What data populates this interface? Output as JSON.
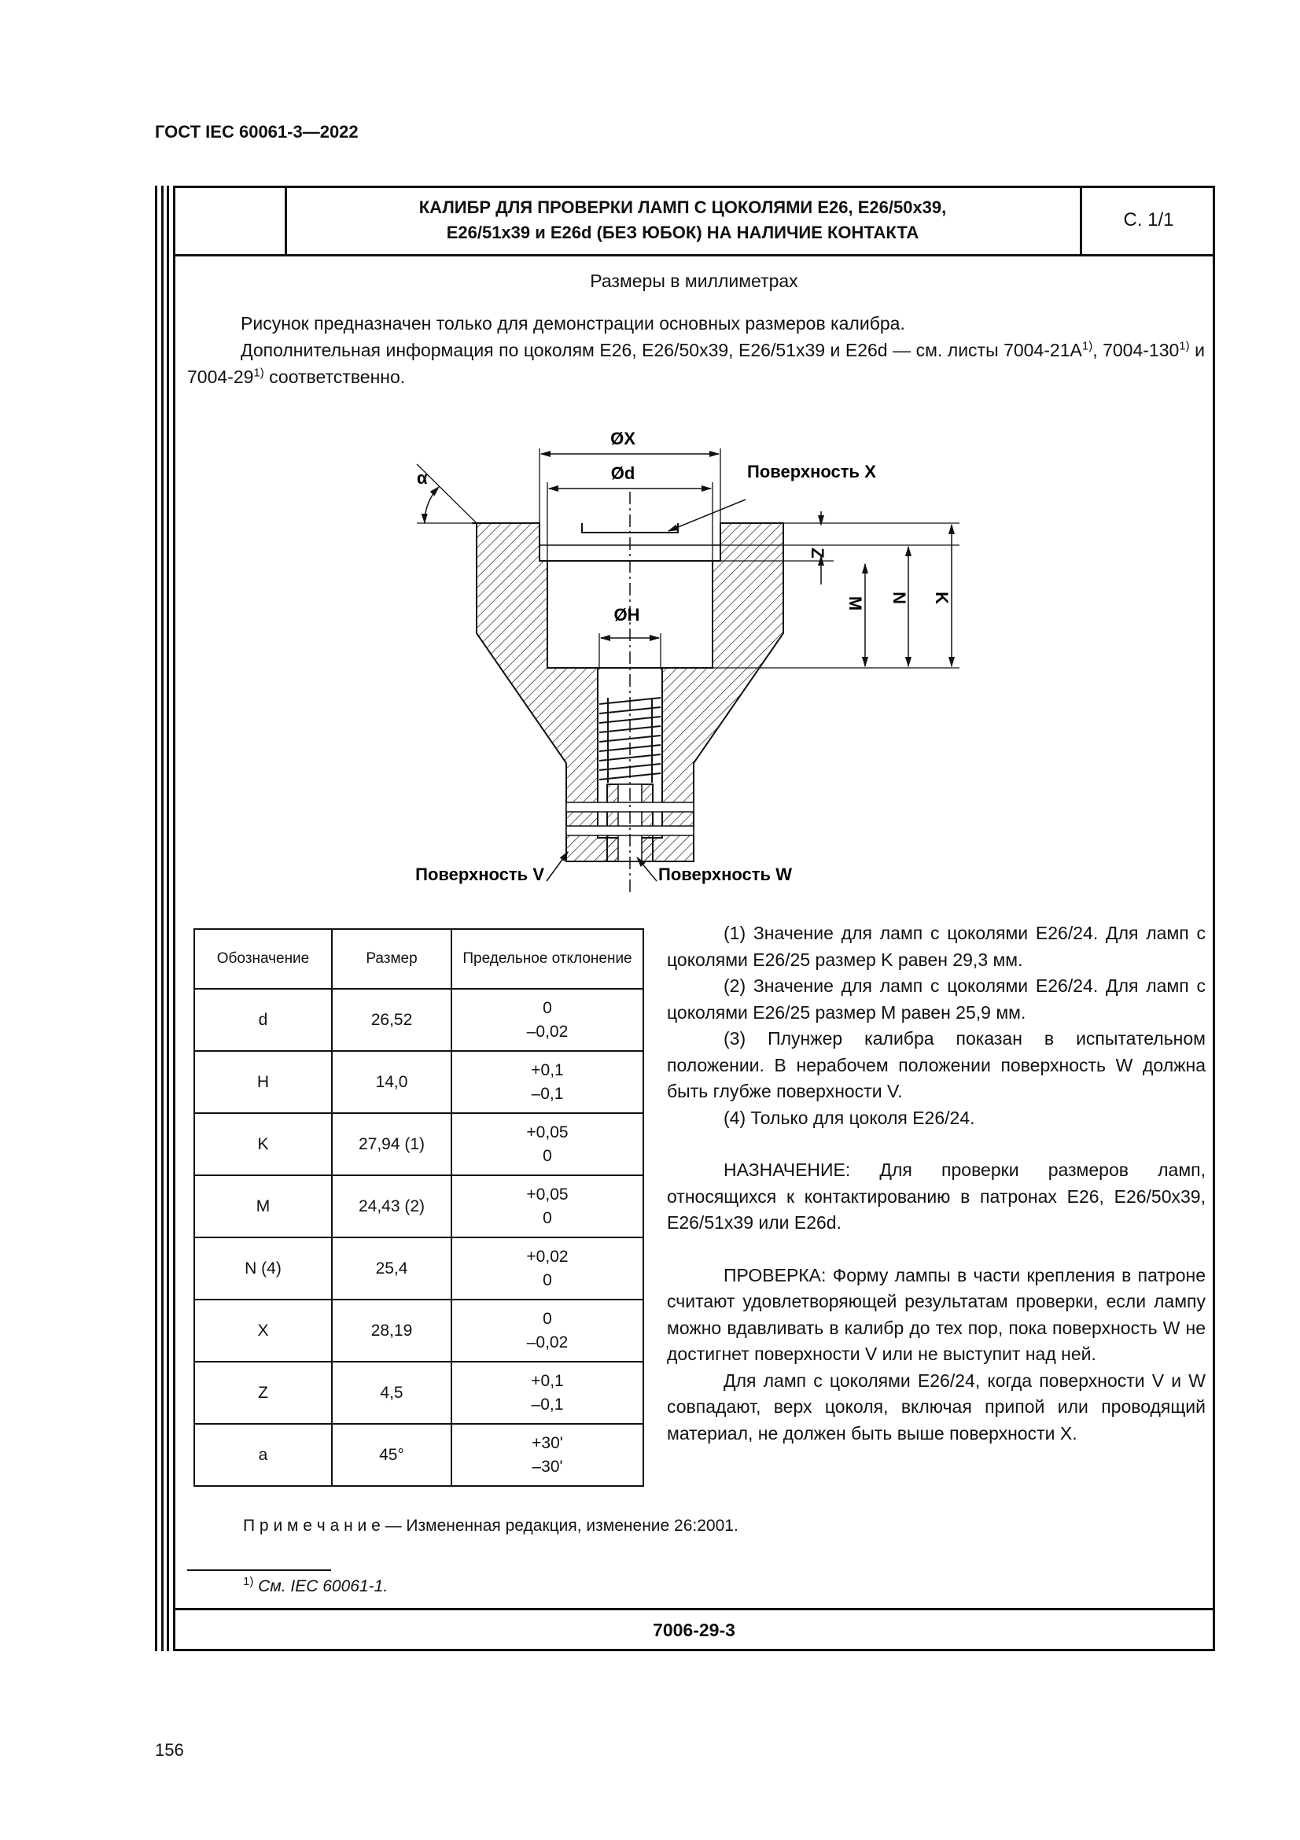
{
  "header": {
    "doc_title": "ГОСТ IEC 60061-3—2022"
  },
  "sheet": {
    "title_line1": "КАЛИБР ДЛЯ ПРОВЕРКИ ЛАМП С ЦОКОЛЯМИ E26, E26/50x39,",
    "title_line2": "E26/51x39 и E26d (БЕЗ ЮБОК) НА НАЛИЧИЕ КОНТАКТА",
    "page_ref": "С. 1/1",
    "units": "Размеры в миллиметрах",
    "intro_p1": "Рисунок предназначен только для демонстрации основных размеров калибра.",
    "intro_p2_a": "Дополнительная информация по цоколям E26, E26/50x39, E26/51x39 и E26d — см. листы 7004-21А",
    "intro_p2_b": ", 7004-130",
    "intro_p2_c": " и 7004-29",
    "intro_p2_d": " соответственно.",
    "footnote_mark": "1)"
  },
  "drawing": {
    "label_X": "ØX",
    "label_d": "Ød",
    "label_H": "ØH",
    "label_alpha": "α",
    "label_Z": "Z",
    "label_M": "M",
    "label_N": "N",
    "label_K": "K",
    "surface_X": "Поверхность X",
    "surface_V": "Поверхность V",
    "surface_W": "Поверхность W"
  },
  "table": {
    "headers": [
      "Обозначение",
      "Размер",
      "Предельное отклонение"
    ],
    "rows": [
      {
        "sym": "d",
        "size": "26,52",
        "dev_upper": "0",
        "dev_lower": "–0,02"
      },
      {
        "sym": "H",
        "size": "14,0",
        "dev_upper": "+0,1",
        "dev_lower": "–0,1"
      },
      {
        "sym": "K",
        "size": "27,94 (1)",
        "dev_upper": "+0,05",
        "dev_lower": "0"
      },
      {
        "sym": "M",
        "size": "24,43 (2)",
        "dev_upper": "+0,05",
        "dev_lower": "0"
      },
      {
        "sym": "N (4)",
        "size": "25,4",
        "dev_upper": "+0,02",
        "dev_lower": "0"
      },
      {
        "sym": "X",
        "size": "28,19",
        "dev_upper": "0",
        "dev_lower": "–0,02"
      },
      {
        "sym": "Z",
        "size": "4,5",
        "dev_upper": "+0,1",
        "dev_lower": "–0,1"
      },
      {
        "sym": "a",
        "size": "45°",
        "dev_upper": "+30'",
        "dev_lower": "–30'"
      }
    ]
  },
  "notes": {
    "n1": "(1) Значение для ламп с цоколями E26/24. Для ламп с цоколями E26/25 размер K равен 29,3 мм.",
    "n2": "(2) Значение для ламп с цоколями E26/24. Для ламп с цоколями E26/25 размер M равен 25,9 мм.",
    "n3": "(3) Плунжер калибра показан в испытательном положении. В нерабочем положении поверхность W должна быть глубже поверхности V.",
    "n4": "(4) Только для цоколя E26/24.",
    "purpose": "НАЗНАЧЕНИЕ: Для проверки размеров ламп, относящихся к контактированию в патронах E26, E26/50x39, E26/51x39 или E26d.",
    "check": "ПРОВЕРКА: Форму лампы в части крепления в патроне считают удовлетворяющей результатам проверки, если лампу можно вдавливать в калибр до тех пор, пока поверхность W не достигнет поверхности V или не выступит над ней.",
    "check2": "Для ламп с цоколями E26/24, когда поверхности V и W совпадают, верх цоколя, включая припой или проводящий материал, не должен быть выше поверхности X."
  },
  "primech": "П р и м е ч а н и е — Измененная редакция, изменение 26:2001.",
  "footnote": {
    "mark": "1)",
    "text": " См. IEC 60061-1."
  },
  "footer": {
    "code": "7006-29-3",
    "page_number": "156"
  }
}
